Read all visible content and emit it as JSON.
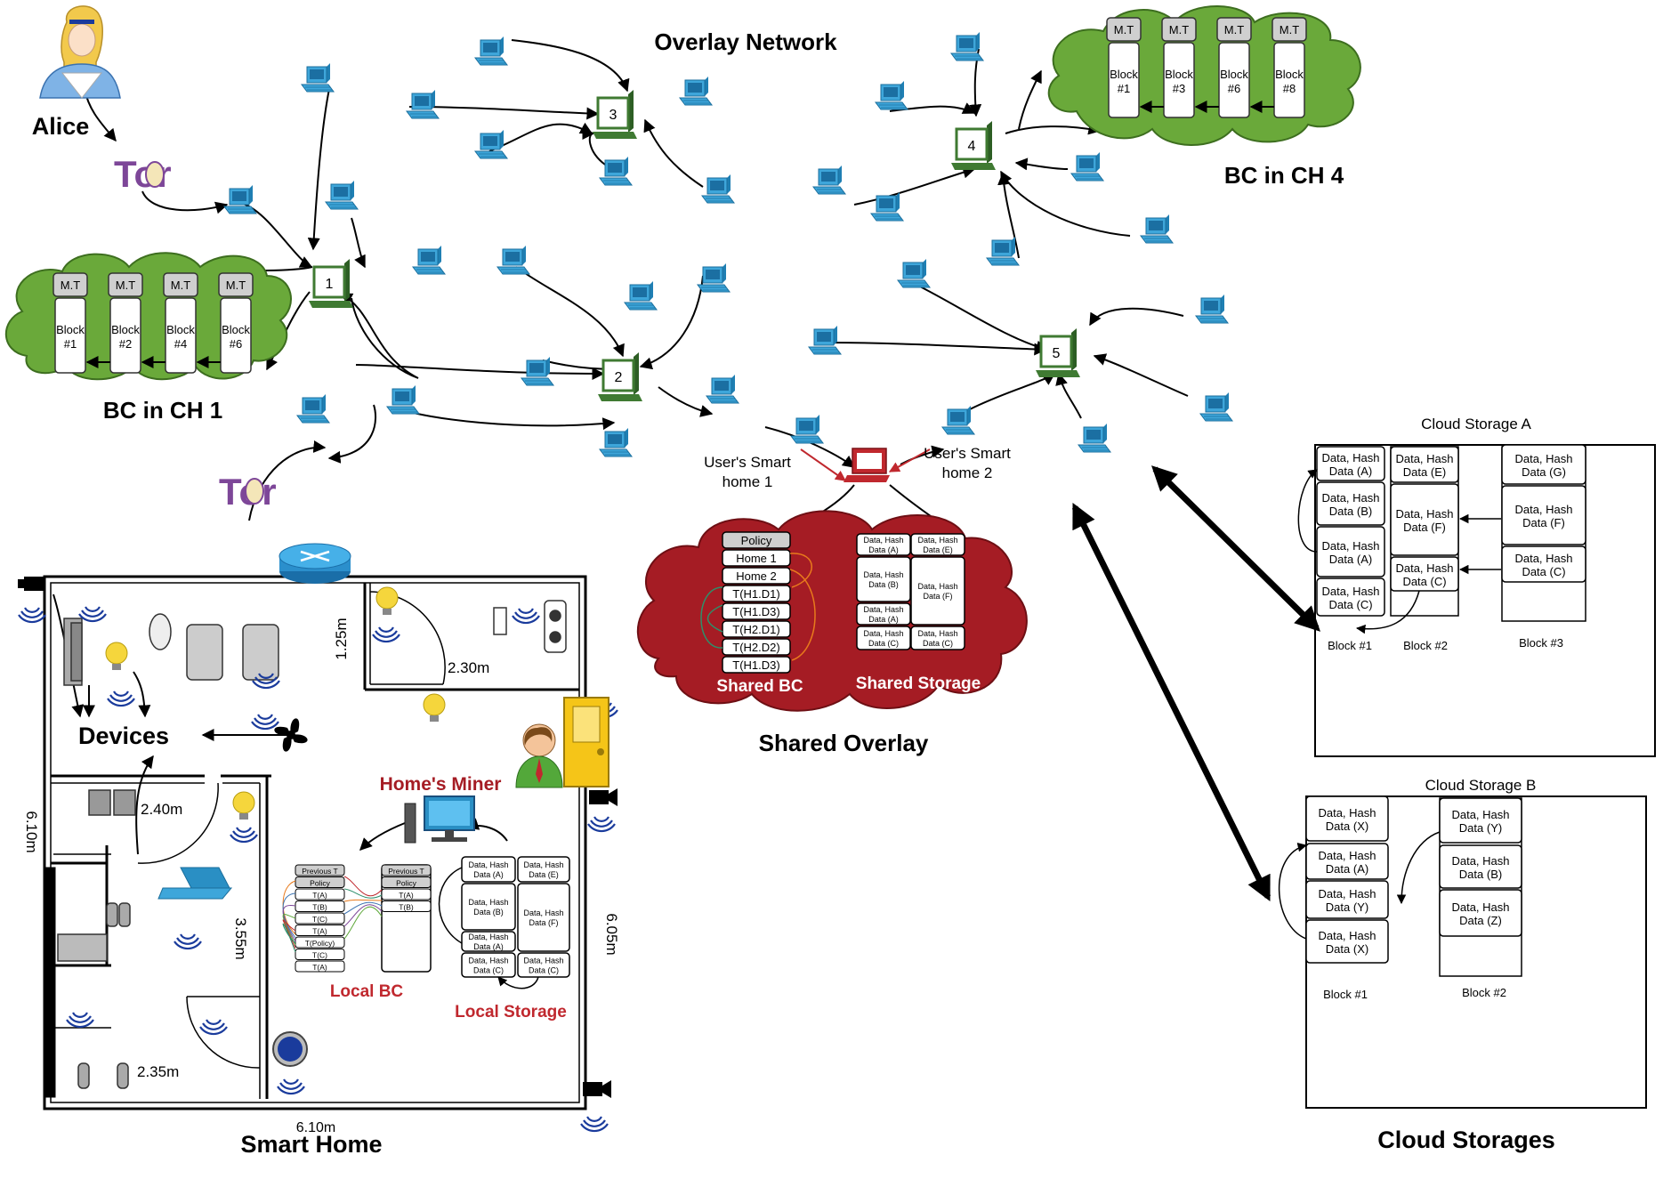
{
  "titles": {
    "overlay": "Overlay Network",
    "bc_ch4": "BC in CH 4",
    "bc_ch1": "BC in CH 1",
    "shared_overlay": "Shared Overlay",
    "smart_home": "Smart Home",
    "cloud_storages": "Cloud Storages",
    "alice": "Alice",
    "devices": "Devices",
    "homes_miner": "Home's Miner",
    "local_bc": "Local BC",
    "local_storage": "Local Storage",
    "shared_bc": "Shared BC",
    "shared_storage": "Shared Storage",
    "user_home1": "User's Smart home  1",
    "user_home2": "User's Smart home  2",
    "cloud_a": "Cloud Storage A",
    "cloud_b": "Cloud Storage B"
  },
  "tor_label": "Tor",
  "nodes": [
    "1",
    "2",
    "3",
    "4",
    "5"
  ],
  "ch4_blocks": [
    {
      "header": "M.T",
      "label1": "Block",
      "label2": "#1"
    },
    {
      "header": "M.T",
      "label1": "Block",
      "label2": "#3"
    },
    {
      "header": "M.T",
      "label1": "Block",
      "label2": "#6"
    },
    {
      "header": "M.T",
      "label1": "Block",
      "label2": "#8"
    }
  ],
  "ch1_blocks": [
    {
      "header": "M.T",
      "label1": "Block",
      "label2": "#1"
    },
    {
      "header": "M.T",
      "label1": "Block",
      "label2": "#2"
    },
    {
      "header": "M.T",
      "label1": "Block",
      "label2": "#4"
    },
    {
      "header": "M.T",
      "label1": "Block",
      "label2": "#6"
    }
  ],
  "shared_bc_rows": [
    "Policy",
    "Home 1",
    "Home 2",
    "T(H1.D1)",
    "T(H1.D3)",
    "T(H2.D1)",
    "T(H2.D2)",
    "T(H1.D3)"
  ],
  "shared_storage": {
    "col1": [
      [
        "Data, Hash",
        "Data (A)"
      ],
      [
        "Data, Hash",
        "Data (B)"
      ],
      [
        "Data, Hash",
        "Data (A)"
      ],
      [
        "Data, Hash",
        "Data (C)"
      ]
    ],
    "col2": [
      [
        "Data, Hash",
        "Data (E)"
      ],
      [
        "Data, Hash",
        "Data (F)"
      ],
      [
        "Data, Hash",
        "Data (C)"
      ]
    ]
  },
  "local_bc": {
    "block1": [
      "Previous T",
      "Policy",
      "T(A)",
      "T(B)",
      "T(C)",
      "T(A)",
      "T(Policy)",
      "T(C)",
      "T(A)"
    ],
    "block2": [
      "Previous T",
      "Policy",
      "T(A)",
      "T(B)"
    ]
  },
  "local_storage": {
    "col1": [
      [
        "Data, Hash",
        "Data (A)"
      ],
      [
        "Data, Hash",
        "Data (B)"
      ],
      [
        "Data, Hash",
        "Data (A)"
      ],
      [
        "Data, Hash",
        "Data (C)"
      ]
    ],
    "col2": [
      [
        "Data, Hash",
        "Data (E)"
      ],
      [
        "Data, Hash",
        "Data (F)"
      ],
      [
        "Data, Hash",
        "Data (C)"
      ]
    ]
  },
  "cloud_a": {
    "blocks": [
      {
        "label": "Block #1",
        "cells": [
          [
            "Data, Hash",
            "Data (A)"
          ],
          [
            "Data, Hash",
            "Data (B)"
          ],
          [
            "Data, Hash",
            "Data (A)"
          ],
          [
            "Data, Hash",
            "Data (C)"
          ]
        ]
      },
      {
        "label": "Block #2",
        "cells": [
          [
            "Data, Hash",
            "Data (E)"
          ],
          [
            "Data, Hash",
            "Data (F)"
          ],
          [
            "Data, Hash",
            "Data (C)"
          ]
        ]
      },
      {
        "label": "Block #3",
        "cells": [
          [
            "Data, Hash",
            "Data (G)"
          ],
          [
            "Data, Hash",
            "Data (F)"
          ],
          [
            "Data, Hash",
            "Data (C)"
          ]
        ]
      }
    ]
  },
  "cloud_b": {
    "blocks": [
      {
        "label": "Block #1",
        "cells": [
          [
            "Data, Hash",
            "Data (X)"
          ],
          [
            "Data, Hash",
            "Data (A)"
          ],
          [
            "Data, Hash",
            "Data (Y)"
          ],
          [
            "Data, Hash",
            "Data (X)"
          ]
        ]
      },
      {
        "label": "Block #2",
        "cells": [
          [
            "Data, Hash",
            "Data (Y)"
          ],
          [
            "Data, Hash",
            "Data (B)"
          ],
          [
            "Data, Hash",
            "Data (Z)"
          ]
        ]
      }
    ]
  },
  "dimensions": {
    "d_125": "1.25m",
    "d_230": "2.30m",
    "d_240": "2.40m",
    "d_355": "3.55m",
    "d_235": "2.35m",
    "d_610b": "6.10m",
    "d_610l": "6.10m",
    "d_605": "6.05m"
  },
  "colors": {
    "cloud_green": "#6aa93a",
    "cloud_red": "#a51c24",
    "computer_blue": "#2a8fc4",
    "node_green": "#3f7a32",
    "title_red": "#a51c24"
  }
}
